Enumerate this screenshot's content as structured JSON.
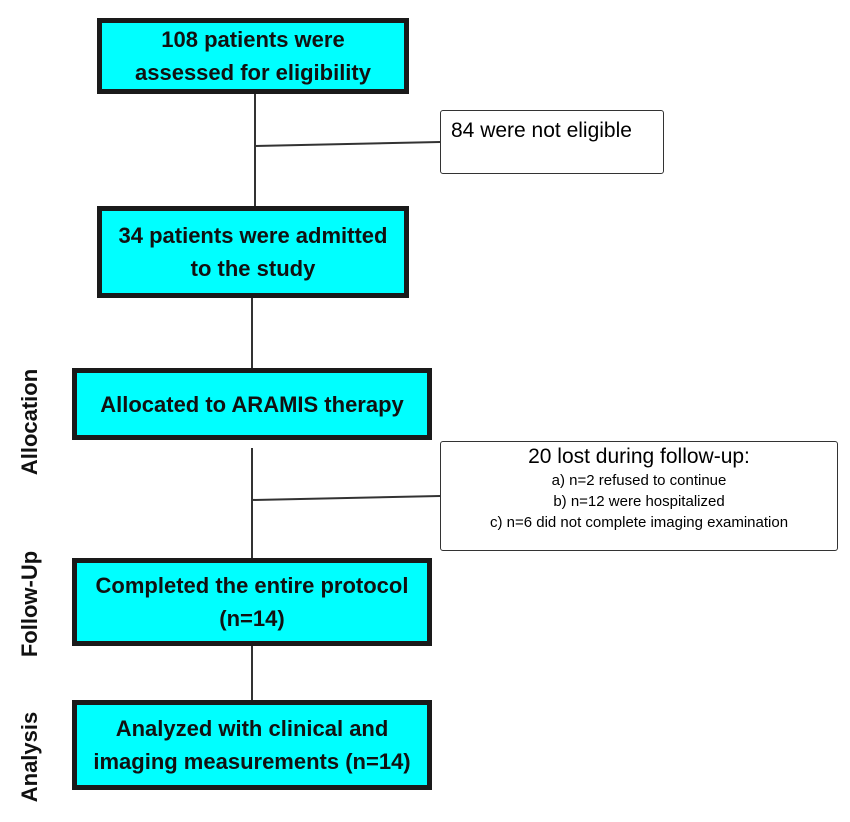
{
  "colors": {
    "box_fill": "#00ffff",
    "box_border": "#1a1a1a",
    "note_border": "#333333",
    "connector": "#333333"
  },
  "boxes": {
    "assessed": {
      "line1": "108 patients were",
      "line2": "assessed for eligibility"
    },
    "admitted": {
      "line1": "34 patients were admitted",
      "line2": "to the study"
    },
    "allocated": {
      "line1": "Allocated to ARAMIS therapy"
    },
    "completed": {
      "line1": "Completed the entire protocol",
      "line2": "(n=14)"
    },
    "analyzed": {
      "line1": "Analyzed with clinical and",
      "line2": "imaging measurements (n=14)"
    }
  },
  "notes": {
    "not_eligible": "84 were not eligible",
    "lost": {
      "title": "20 lost during follow-up:",
      "items": [
        "a) n=2 refused to continue",
        "b) n=12 were hospitalized",
        "c) n=6 did not complete imaging examination"
      ]
    }
  },
  "side_labels": {
    "allocation": "Allocation",
    "follow_up": "Follow-Up",
    "analysis": "Analysis"
  }
}
